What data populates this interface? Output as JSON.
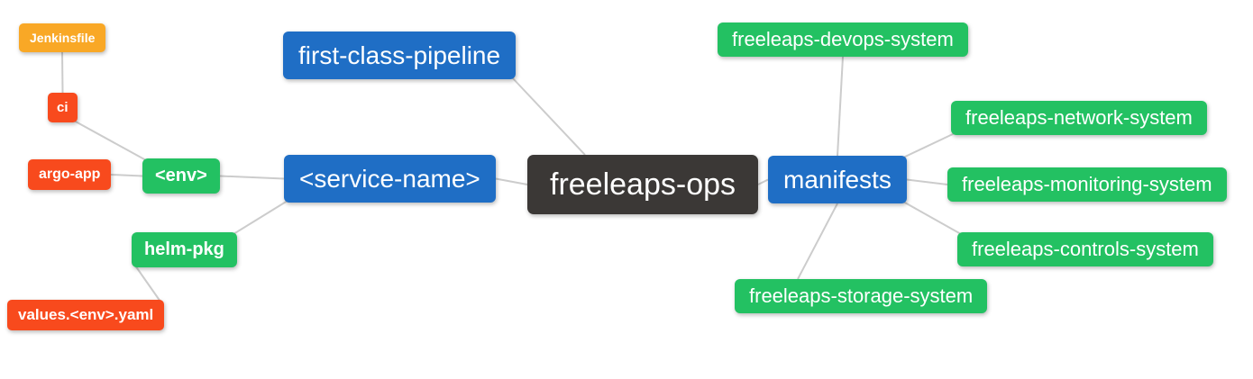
{
  "diagram": {
    "type": "mindmap",
    "root": "freeleaps-ops"
  },
  "colors": {
    "orange": "#F9A826",
    "red": "#F84A1D",
    "green": "#23C162",
    "blue": "#1F6EC5",
    "dark": "#3B3836",
    "line": "#CCCCCC",
    "text": "#FFFFFF",
    "background": "#FFFFFF"
  },
  "nodes": {
    "jenkinsfile": {
      "label": "Jenkinsfile"
    },
    "ci": {
      "label": "ci"
    },
    "argo": {
      "label": "argo-app"
    },
    "env": {
      "label": "<env>"
    },
    "helm": {
      "label": "helm-pkg"
    },
    "values": {
      "label": "values.<env>.yaml"
    },
    "fcp": {
      "label": "first-class-pipeline"
    },
    "service": {
      "label": "<service-name>"
    },
    "ops": {
      "label": "freeleaps-ops"
    },
    "manifests": {
      "label": "manifests"
    },
    "devops": {
      "label": "freeleaps-devops-system"
    },
    "network": {
      "label": "freeleaps-network-system"
    },
    "monitoring": {
      "label": "freeleaps-monitoring-system"
    },
    "controls": {
      "label": "freeleaps-controls-system"
    },
    "storage": {
      "label": "freeleaps-storage-system"
    }
  },
  "edges": [
    {
      "from": "jenkinsfile",
      "to": "ci",
      "fromAnchor": "bottom",
      "toAnchor": "top"
    },
    {
      "from": "ci",
      "to": "env",
      "fromAnchor": "br",
      "toAnchor": "tl"
    },
    {
      "from": "argo",
      "to": "env",
      "fromAnchor": "right",
      "toAnchor": "left"
    },
    {
      "from": "env",
      "to": "service",
      "fromAnchor": "right",
      "toAnchor": "left"
    },
    {
      "from": "helm",
      "to": "service",
      "fromAnchor": "tr",
      "toAnchor": "bl"
    },
    {
      "from": "values",
      "to": "helm",
      "fromAnchor": "tr",
      "toAnchor": "bl"
    },
    {
      "from": "fcp",
      "to": "ops",
      "fromAnchor": "br",
      "toAnchor": "topq"
    },
    {
      "from": "service",
      "to": "ops",
      "fromAnchor": "right",
      "toAnchor": "left"
    },
    {
      "from": "ops",
      "to": "manifests",
      "fromAnchor": "right",
      "toAnchor": "left"
    },
    {
      "from": "manifests",
      "to": "devops",
      "fromAnchor": "top",
      "toAnchor": "bottom"
    },
    {
      "from": "manifests",
      "to": "network",
      "fromAnchor": "tr",
      "toAnchor": "bl"
    },
    {
      "from": "manifests",
      "to": "monitoring",
      "fromAnchor": "right",
      "toAnchor": "left"
    },
    {
      "from": "manifests",
      "to": "controls",
      "fromAnchor": "br",
      "toAnchor": "tl"
    },
    {
      "from": "manifests",
      "to": "storage",
      "fromAnchor": "bottom",
      "toAnchor": "topq"
    }
  ]
}
